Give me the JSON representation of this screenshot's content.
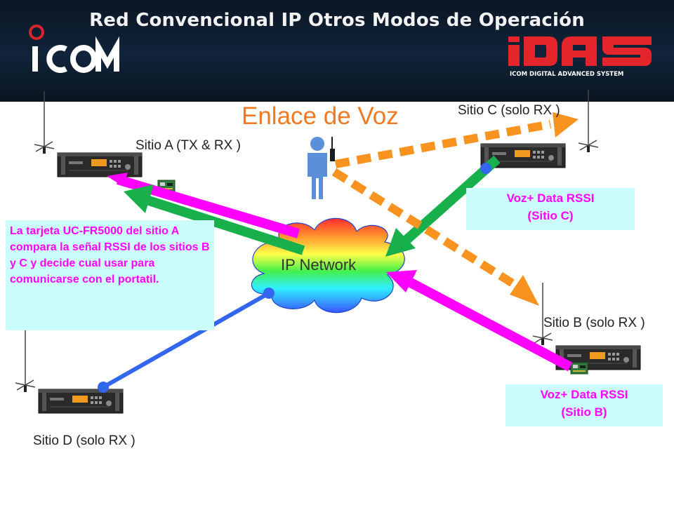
{
  "header": {
    "title": "Red Convencional IP Otros Modos de Operación",
    "left_logo": "ICOM",
    "right_logo": "iDAS",
    "right_logo_tagline": "ICOM DIGITAL ADVANCED SYSTEM",
    "background": "#0d1d2e"
  },
  "diagram": {
    "title": "Enlace de Voz",
    "cloud_label": "IP Network",
    "sites": {
      "a": "Sitio A (TX & RX )",
      "b": "Sitio B (solo RX )",
      "c": "Sitio C (solo RX )",
      "d": "Sitio D (solo RX )"
    },
    "note": "La tarjeta UC-FR5000 del sitio A compara la señal RSSI de los sitios B y C y decide cual usar para comunicarse con el portatil.",
    "rssi_c": {
      "line1": "Voz+ Data RSSI",
      "line2": "(Sitio C)"
    },
    "rssi_b": {
      "line1": "Voz+ Data RSSI",
      "line2": "(Sitio B)"
    },
    "colors": {
      "voice_link": "#f7931e",
      "rssi_c_arrow": "#18b04a",
      "rssi_b_arrow": "#ff00ff",
      "site_d_link": "#3366ee",
      "note_background": "#ccfdfd",
      "note_text": "#ff00ff"
    },
    "icons": [
      "repeater-icon",
      "antenna-icon",
      "portable-user-icon",
      "cloud-icon",
      "uc-fr5000-card-icon"
    ]
  }
}
